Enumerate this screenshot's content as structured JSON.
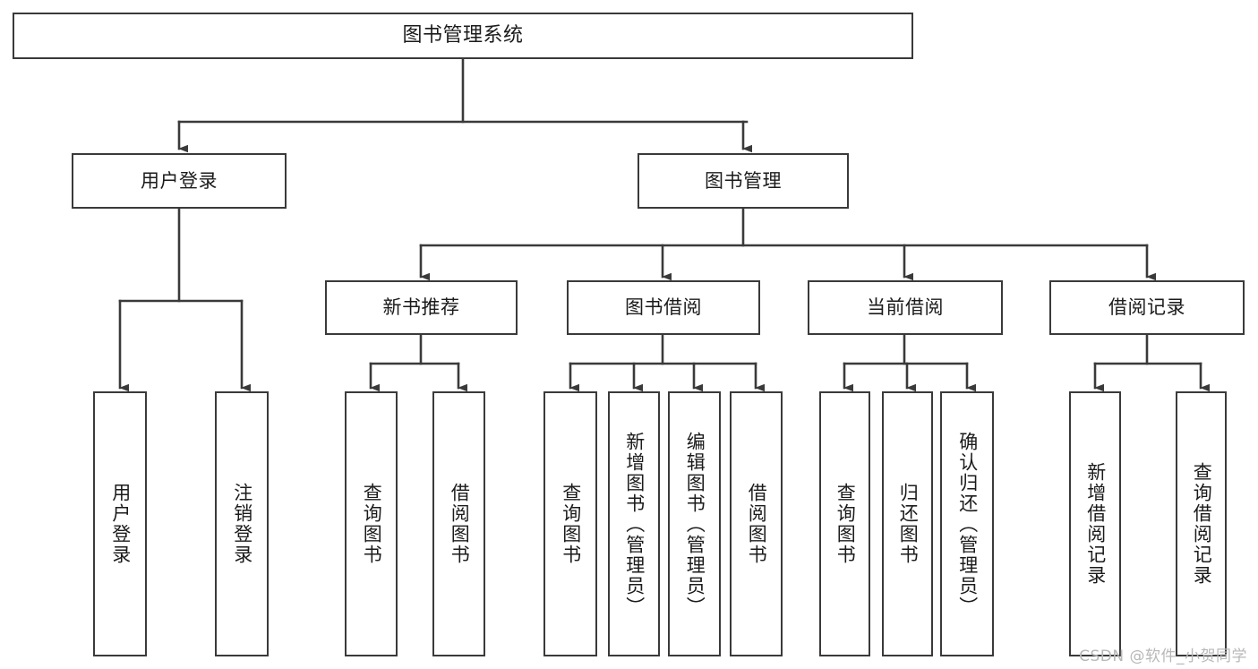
{
  "diagram": {
    "title": "图书管理系统",
    "type": "tree",
    "watermark": "CSDN @软件_小贺同学",
    "stroke_color": "#3a3a3a",
    "fill_color": "#ffffff",
    "text_color": "#1b1b1b",
    "nodes": {
      "root": {
        "label": "图书管理系统"
      },
      "level2": [
        {
          "label": "用户登录"
        },
        {
          "label": "图书管理"
        }
      ],
      "level3": [
        {
          "label": "新书推荐"
        },
        {
          "label": "图书借阅"
        },
        {
          "label": "当前借阅"
        },
        {
          "label": "借阅记录"
        }
      ],
      "leaves": {
        "user_login": [
          {
            "label": "用户登录"
          },
          {
            "label": "注销登录"
          }
        ],
        "new_book_recommend": [
          {
            "label": "查询图书"
          },
          {
            "label": "借阅图书"
          }
        ],
        "book_borrow": [
          {
            "label": "查询图书"
          },
          {
            "label": "新增图书（管理员）"
          },
          {
            "label": "编辑图书（管理员）"
          },
          {
            "label": "借阅图书"
          }
        ],
        "current_borrow": [
          {
            "label": "查询图书"
          },
          {
            "label": "归还图书"
          },
          {
            "label": "确认归还（管理员）"
          }
        ],
        "borrow_record": [
          {
            "label": "新增借阅记录"
          },
          {
            "label": "查询借阅记录"
          }
        ]
      }
    }
  }
}
